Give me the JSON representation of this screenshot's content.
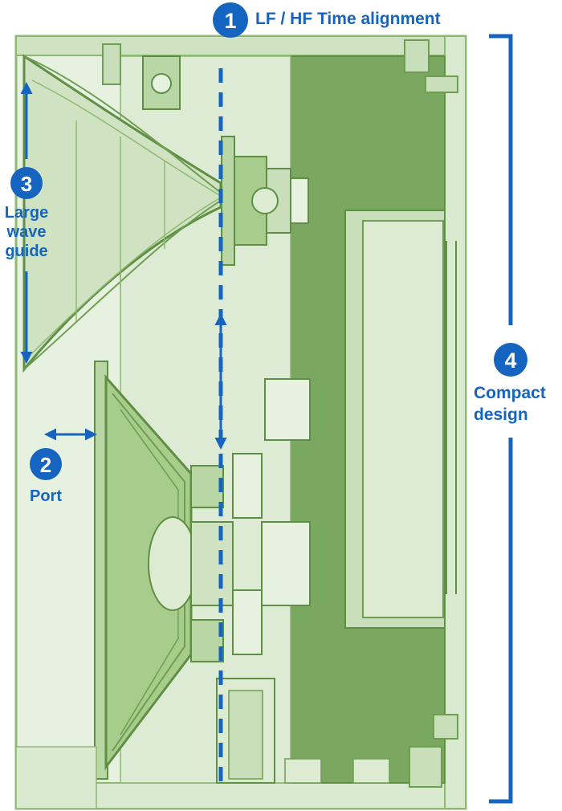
{
  "colors": {
    "accent": "#1565c0",
    "drawing_light": "#d9ead0",
    "drawing_mid": "#a8cc8c",
    "drawing_dark": "#6e9e52",
    "drawing_line": "#5f8f45",
    "chamber": "#7aa860"
  },
  "callouts": [
    {
      "id": "1",
      "number": "1",
      "lines": [
        "LF / HF Time alignment"
      ]
    },
    {
      "id": "2",
      "number": "2",
      "lines": [
        "Port"
      ]
    },
    {
      "id": "3",
      "number": "3",
      "lines": [
        "Large",
        "wave",
        "guide"
      ]
    },
    {
      "id": "4",
      "number": "4",
      "lines": [
        "Compact",
        "design"
      ]
    }
  ]
}
